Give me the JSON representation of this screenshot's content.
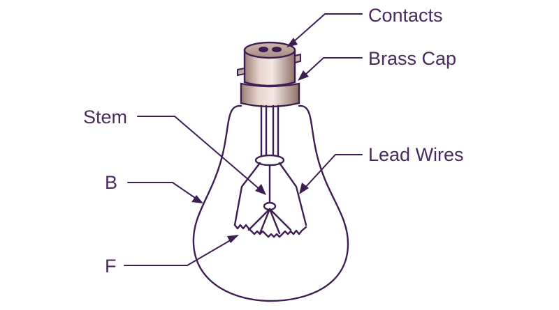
{
  "labels": {
    "contacts": "Contacts",
    "brass_cap": "Brass Cap",
    "stem": "Stem",
    "lead_wires": "Lead Wires",
    "bulb": "B",
    "filament": "F"
  },
  "colors": {
    "ink": "#3d1e52",
    "label": "#4a2a5c",
    "brass_light": "#e8d6cf",
    "brass_dark": "#9c7e74",
    "background": "#ffffff"
  }
}
